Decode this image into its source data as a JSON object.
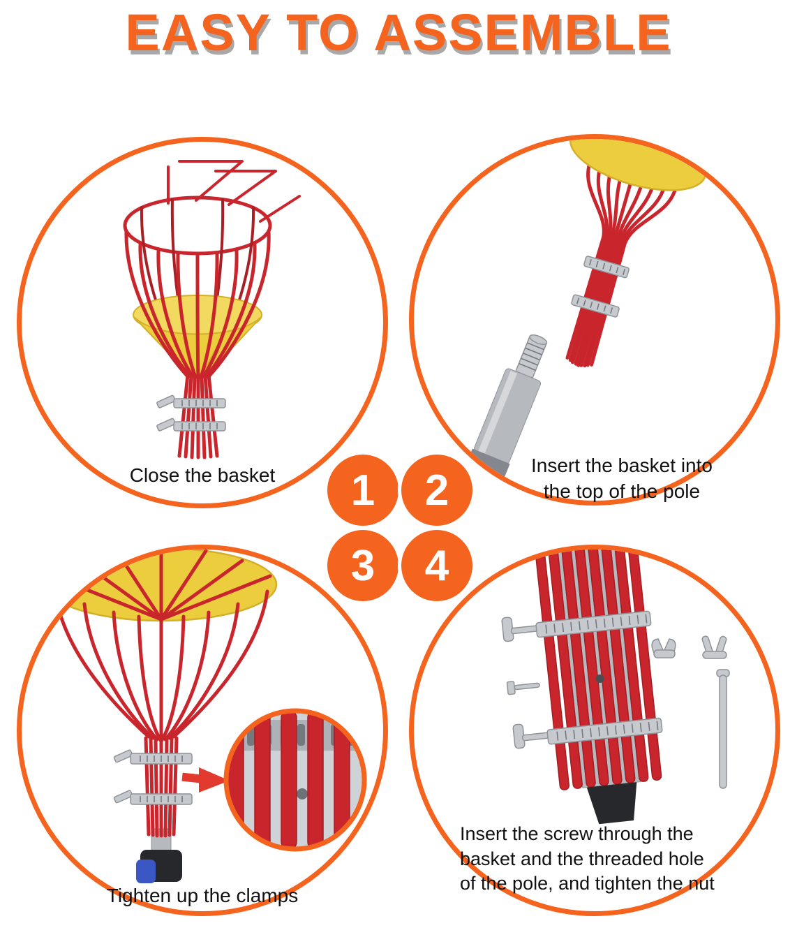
{
  "title": "EASY TO ASSEMBLE",
  "colors": {
    "accent": "#f4641e",
    "title_shadow": "#a8a8a8",
    "wire_red": "#c9252c",
    "cushion_yellow": "#eccd3e",
    "metal_gray": "#c6c9ce",
    "grip_blue": "#3b57c4",
    "text": "#111111"
  },
  "steps": [
    {
      "number": "1",
      "caption": "Close the basket",
      "illustration": "open-basket"
    },
    {
      "number": "2",
      "caption": "Insert the basket into\nthe top of the pole",
      "illustration": "basket-bottom-and-pole-tip"
    },
    {
      "number": "3",
      "caption": "Tighten up the clamps",
      "illustration": "basket-on-pole-with-clamp-closeup"
    },
    {
      "number": "4",
      "caption": "Insert the screw through the\nbasket and the threaded hole\nof the pole, and tighten the nut",
      "illustration": "screw-nut-and-clamps"
    }
  ]
}
